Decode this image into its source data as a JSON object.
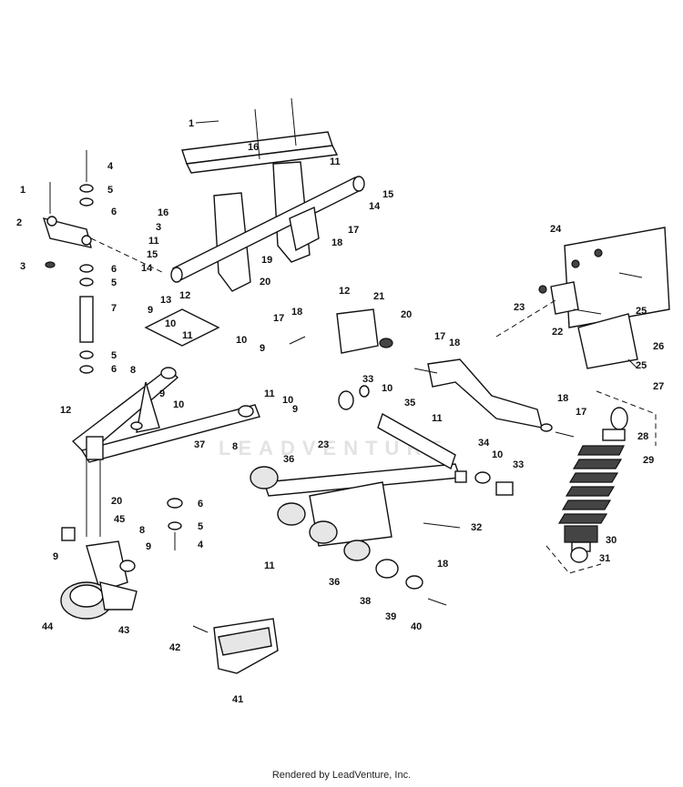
{
  "watermark": "LEADVENTURE",
  "footer": "Rendered by LeadVenture, Inc.",
  "callouts": [
    "1",
    "16",
    "4",
    "11",
    "15",
    "14",
    "17",
    "18",
    "2",
    "5",
    "6",
    "3",
    "19",
    "13",
    "12",
    "20",
    "7",
    "9",
    "10",
    "8",
    "21",
    "33",
    "35",
    "37",
    "36",
    "23",
    "34",
    "32",
    "45",
    "44",
    "43",
    "42",
    "41",
    "38",
    "39",
    "40",
    "24",
    "25",
    "22",
    "26",
    "27",
    "28",
    "29",
    "30",
    "31"
  ]
}
